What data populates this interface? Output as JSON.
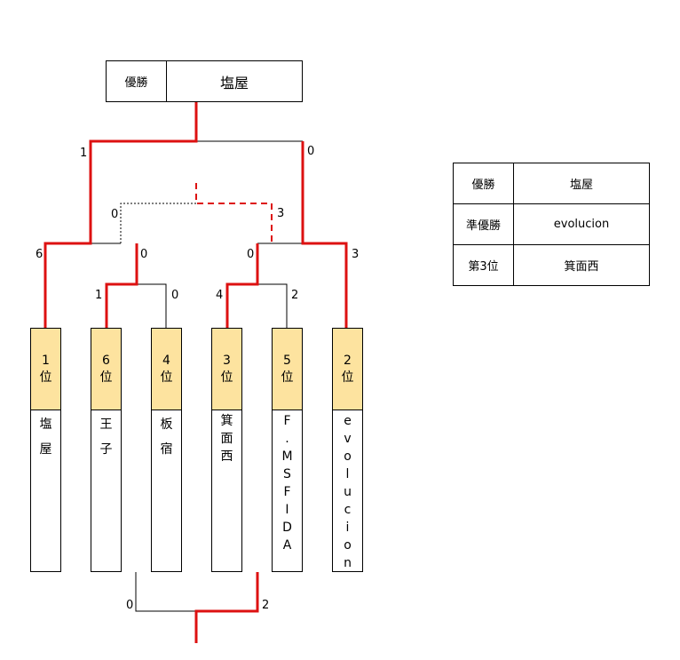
{
  "champion_box": {
    "label": "優勝",
    "value": "塩屋"
  },
  "results_table": [
    {
      "label": "優勝",
      "value": "塩屋"
    },
    {
      "label": "準優勝",
      "value": "evolucion"
    },
    {
      "label": "第3位",
      "value": "箕面西"
    }
  ],
  "teams": [
    {
      "rank_num": "1",
      "rank_suffix": "位",
      "name": "塩屋"
    },
    {
      "rank_num": "6",
      "rank_suffix": "位",
      "name": "王子"
    },
    {
      "rank_num": "4",
      "rank_suffix": "位",
      "name": "板宿"
    },
    {
      "rank_num": "3",
      "rank_suffix": "位",
      "name": "箕面西"
    },
    {
      "rank_num": "5",
      "rank_suffix": "位",
      "name": "F.MSFIDA"
    },
    {
      "rank_num": "2",
      "rank_suffix": "位",
      "name": "evolucion"
    }
  ],
  "scores": {
    "final_left": "1",
    "final_right": "0",
    "semi_left": "0",
    "semi_right": "3",
    "qf1_left": "6",
    "qf1_right": "0",
    "qf2_left": "0",
    "qf2_right": "3",
    "r1_left_top": "1",
    "r1_left_bottom": "0",
    "r1_right_top": "4",
    "r1_right_bottom": "2",
    "third_left": "0",
    "third_right": "2"
  },
  "colors": {
    "winner_line": "#dd1111",
    "loser_line": "#000000",
    "rank_fill": "#fde39f"
  }
}
